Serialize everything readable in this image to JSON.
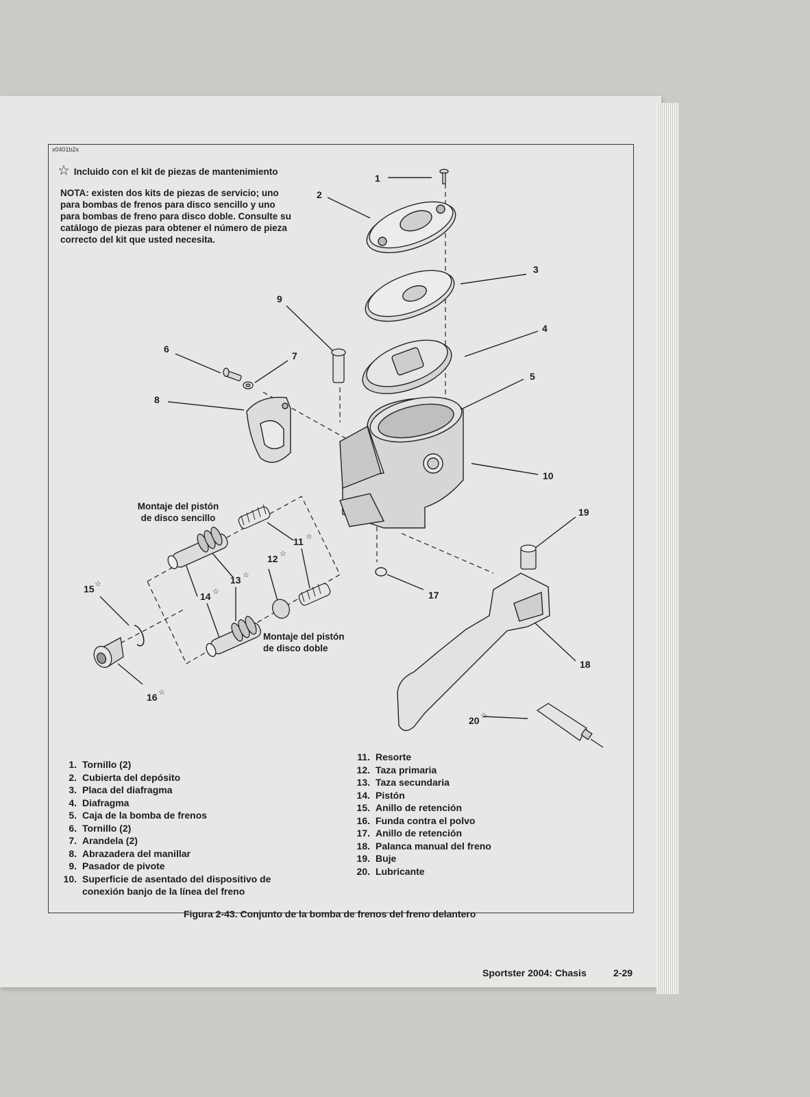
{
  "drawing_code": "x0401b2x",
  "kit_note": "Incluido con el kit de piezas de mantenimiento",
  "nota": "NOTA: existen dos kits de piezas de servicio; uno para bombas de frenos para disco sencillo y uno para bombas de freno para disco doble. Consulte su catálogo de piezas para obtener el número de pieza correcto del kit que usted necesita.",
  "labels": {
    "single_line1": "Montaje del pistón",
    "single_line2": "de disco sencillo",
    "double_line1": "Montaje del pistón",
    "double_line2": "de disco doble"
  },
  "callouts": [
    "1",
    "2",
    "3",
    "4",
    "5",
    "6",
    "7",
    "8",
    "9",
    "10",
    "11",
    "12",
    "13",
    "14",
    "15",
    "16",
    "17",
    "18",
    "19",
    "20"
  ],
  "star_symbol": "☆",
  "legend_left": [
    {
      "num": "1.",
      "text": "Tornillo (2)"
    },
    {
      "num": "2.",
      "text": "Cubierta del depósito"
    },
    {
      "num": "3.",
      "text": "Placa del diafragma"
    },
    {
      "num": "4.",
      "text": "Diafragma"
    },
    {
      "num": "5.",
      "text": "Caja de la bomba de frenos"
    },
    {
      "num": "6.",
      "text": "Tornillo (2)"
    },
    {
      "num": "7.",
      "text": "Arandela (2)"
    },
    {
      "num": "8.",
      "text": "Abrazadera del manillar"
    },
    {
      "num": "9.",
      "text": "Pasador de pivote"
    },
    {
      "num": "10.",
      "text": "Superficie de asentado del dispositivo de conexión banjo de la línea del freno"
    }
  ],
  "legend_right": [
    {
      "num": "11.",
      "text": "Resorte"
    },
    {
      "num": "12.",
      "text": "Taza primaria"
    },
    {
      "num": "13.",
      "text": "Taza secundaria"
    },
    {
      "num": "14.",
      "text": "Pistón"
    },
    {
      "num": "15.",
      "text": "Anillo de retención"
    },
    {
      "num": "16.",
      "text": "Funda contra el polvo"
    },
    {
      "num": "17.",
      "text": "Anillo de retención"
    },
    {
      "num": "18.",
      "text": "Palanca manual del freno"
    },
    {
      "num": "19.",
      "text": "Buje"
    },
    {
      "num": "20.",
      "text": "Lubricante"
    }
  ],
  "caption": "Figura 2-43. Conjunto de la bomba de frenos del freno delantero",
  "footer_title": "Sportster 2004: Chasis",
  "footer_page": "2-29"
}
